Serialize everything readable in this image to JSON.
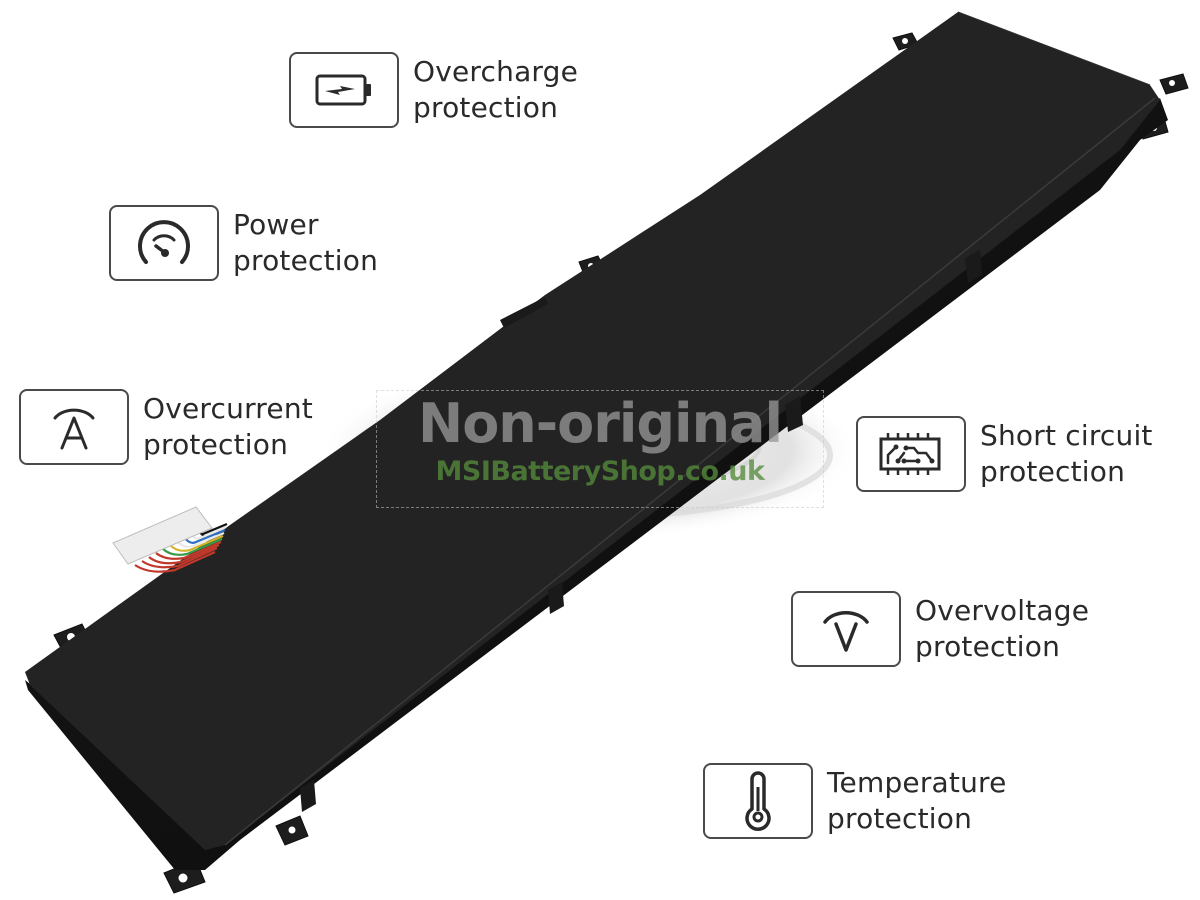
{
  "product": {
    "name": "laptop-battery",
    "body_color": "#232323",
    "connector_wires": [
      "#c0392b",
      "#c0392b",
      "#c0392b",
      "#c0392b",
      "#3a9a4a",
      "#d4b62a",
      "#e8e8e8",
      "#2f6fbf",
      "#e8e8e8",
      "#111111"
    ]
  },
  "watermark": {
    "main": "Non-original",
    "sub": "MSIBatteryShop.co.uk",
    "main_color": "#969696",
    "sub_color": "#558c3c"
  },
  "features": [
    {
      "id": "overcharge",
      "icon": "battery-charging-icon",
      "line1": "Overcharge",
      "line2": "protection"
    },
    {
      "id": "power",
      "icon": "gauge-icon",
      "line1": "Power",
      "line2": "protection"
    },
    {
      "id": "overcurrent",
      "icon": "ampere-icon",
      "line1": "Overcurrent",
      "line2": "protection"
    },
    {
      "id": "short-circuit",
      "icon": "circuit-board-icon",
      "line1": "Short circuit",
      "line2": "protection"
    },
    {
      "id": "overvoltage",
      "icon": "voltage-icon",
      "line1": "Overvoltage",
      "line2": "protection"
    },
    {
      "id": "temperature",
      "icon": "thermometer-icon",
      "line1": "Temperature",
      "line2": "protection"
    }
  ],
  "colors": {
    "text": "#2a2a2a",
    "icon_border": "#4a4a4a",
    "background": "#ffffff"
  }
}
